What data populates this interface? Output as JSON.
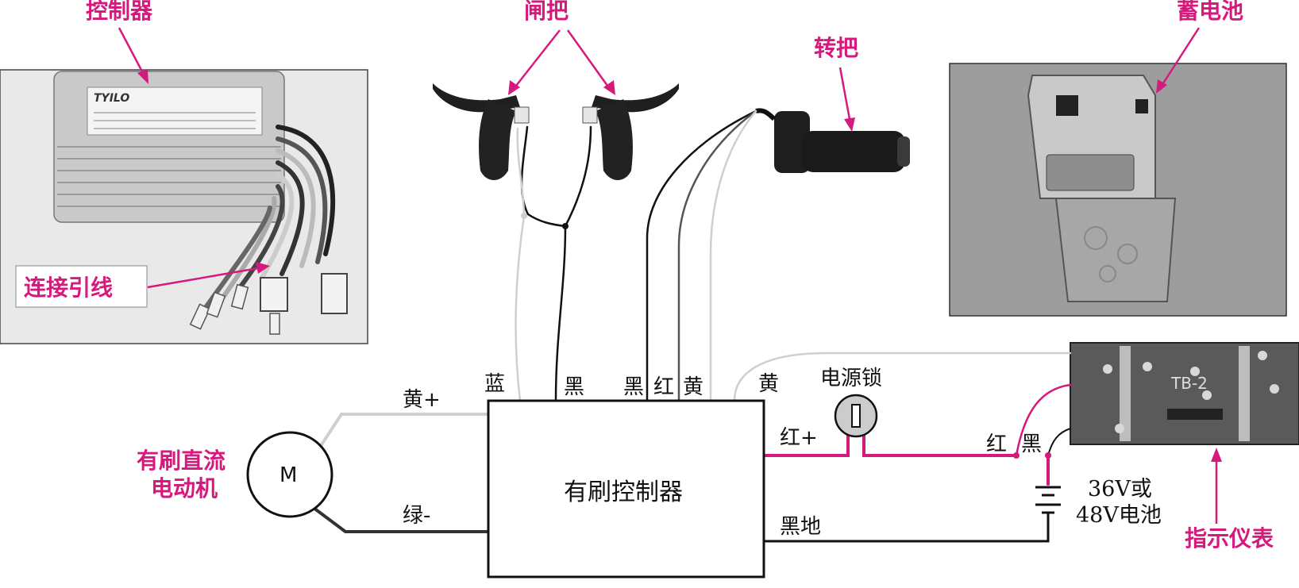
{
  "colors": {
    "accent": "#d6197c",
    "wire_gray": "#cfcfcf",
    "wire_dark": "#333333",
    "wire_black": "#111111",
    "photo_bg": "#9d9d9d"
  },
  "callouts": {
    "controller": "控制器",
    "brake": "闸把",
    "throttle": "转把",
    "battery_photo": "蓄电池",
    "lead_wires": "连接引线",
    "motor": "有刷直流\n电动机",
    "meter": "指示仪表"
  },
  "photos": {
    "controller_brand": "TYILO",
    "meter_board_mark": "TB-2"
  },
  "motor_symbol": "M",
  "controller_box": "有刷控制器",
  "wire_labels": {
    "yellow_plus": "黄+",
    "green_minus": "绿-",
    "blue": "蓝",
    "black_brake": "黑",
    "black_throttle": "黑",
    "red_throttle": "红",
    "yellow_throttle": "黄",
    "yellow_meter": "黄",
    "red_plus": "红+",
    "black_ground": "黑地",
    "red_meter": "红",
    "black_meter": "黑"
  },
  "power_lock": "电源锁",
  "battery_voltage": "36V或\n48V电池"
}
